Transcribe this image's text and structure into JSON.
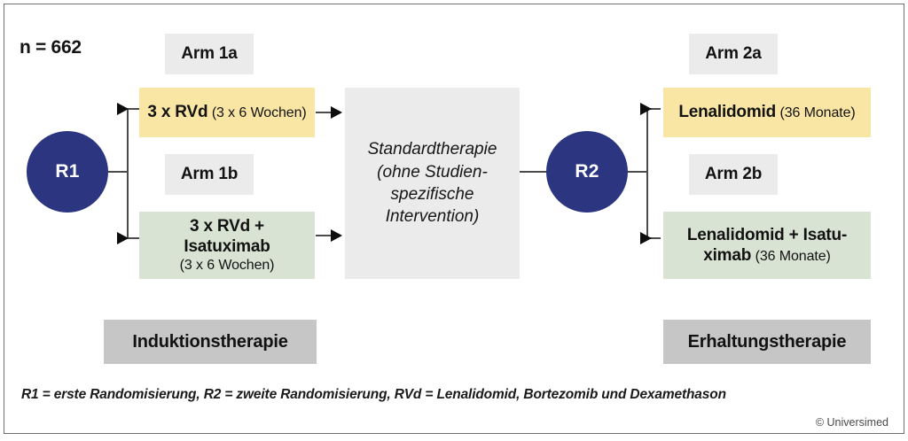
{
  "figure": {
    "population_label": "n = 662",
    "footnote": "R1 = erste Randomisierung, R2 = zweite Randomisierung, RVd = Lenalidomid, Bortezomib und Dexamethason",
    "copyright": "© Universimed"
  },
  "randomizations": {
    "r1": "R1",
    "r2": "R2"
  },
  "arm_tags": {
    "arm_1a": "Arm 1a",
    "arm_1b": "Arm 1b",
    "arm_2a": "Arm 2a",
    "arm_2b": "Arm 2b"
  },
  "induction": {
    "arm_1a": {
      "drug": "3 x RVd",
      "duration": "(3 x 6 Wochen)",
      "color": "#fae6a4"
    },
    "arm_1b": {
      "drug": "3 x RVd + Isatuximab",
      "duration": "(3 x 6 Wochen)",
      "color": "#d9e3d3"
    }
  },
  "standard_therapy": {
    "line1": "Standardtherapie",
    "line2": "(ohne Studien-",
    "line3": "spezifische",
    "line4": "Intervention)",
    "color": "#ebebeb"
  },
  "maintenance": {
    "arm_2a": {
      "drug": "Lenalidomid",
      "duration": "(36 Monate)",
      "color": "#fae6a4"
    },
    "arm_2b": {
      "drug_line1": "Lenalidomid + Isatu-",
      "drug_line2": "ximab",
      "duration": "(36 Monate)",
      "color": "#d9e3d3"
    }
  },
  "phases": {
    "induction_label": "Induktionstherapie",
    "maintenance_label": "Erhaltungstherapie",
    "color": "#c6c6c6"
  },
  "colors": {
    "randomization_circle": "#2b3580",
    "yellow_arm": "#fae6a4",
    "green_arm": "#d9e3d3",
    "light_grey": "#ebebeb",
    "mid_grey": "#c6c6c6",
    "frame_border": "#6f6f6f",
    "connector": "#4b4b4b"
  }
}
